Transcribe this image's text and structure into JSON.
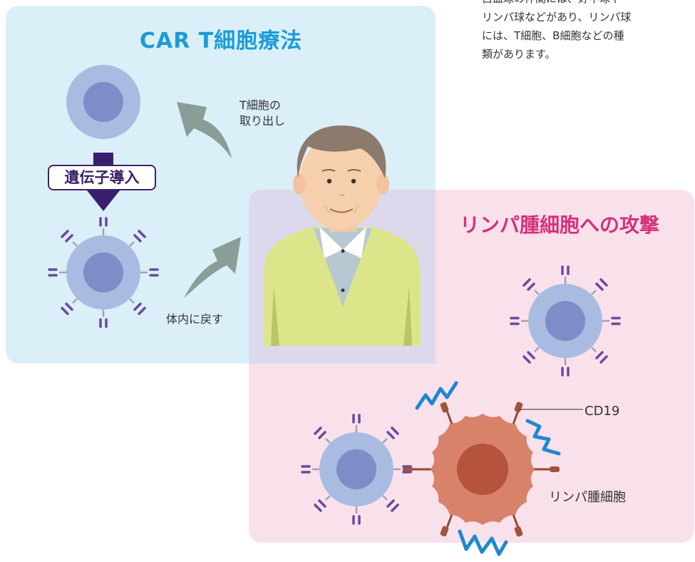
{
  "note": {
    "line1": "白血球の仲間には、好中球や",
    "line2": "リンパ球などがあり、リンパ球",
    "line3": "には、T細胞、B細胞などの種",
    "line4": "類があります。"
  },
  "car_panel": {
    "title": "CAR T細胞療法",
    "gene_transfer": "遺伝子導入",
    "extract_line1": "T細胞の",
    "extract_line2": "取り出し",
    "return_label": "体内に戻す"
  },
  "attack_panel": {
    "title": "リンパ腫細胞への攻撃",
    "cd19_label": "CD19",
    "lymphoma_label": "リンパ腫細胞"
  },
  "colors": {
    "blue_panel": "#dbeff9",
    "pink_panel": "#f8deea",
    "title_blue": "#1a9cd8",
    "title_magenta": "#d6307d",
    "t_cell": "#a9bbe0",
    "t_cell_nucleus": "#7f8cc8",
    "receptor": "#6a4a9a",
    "tumor": "#d9826a",
    "tumor_nucleus": "#b5533c",
    "zigzag": "#1e88d0",
    "arrow_green": "#889e97",
    "arrow_purple": "#3a1f6e"
  }
}
